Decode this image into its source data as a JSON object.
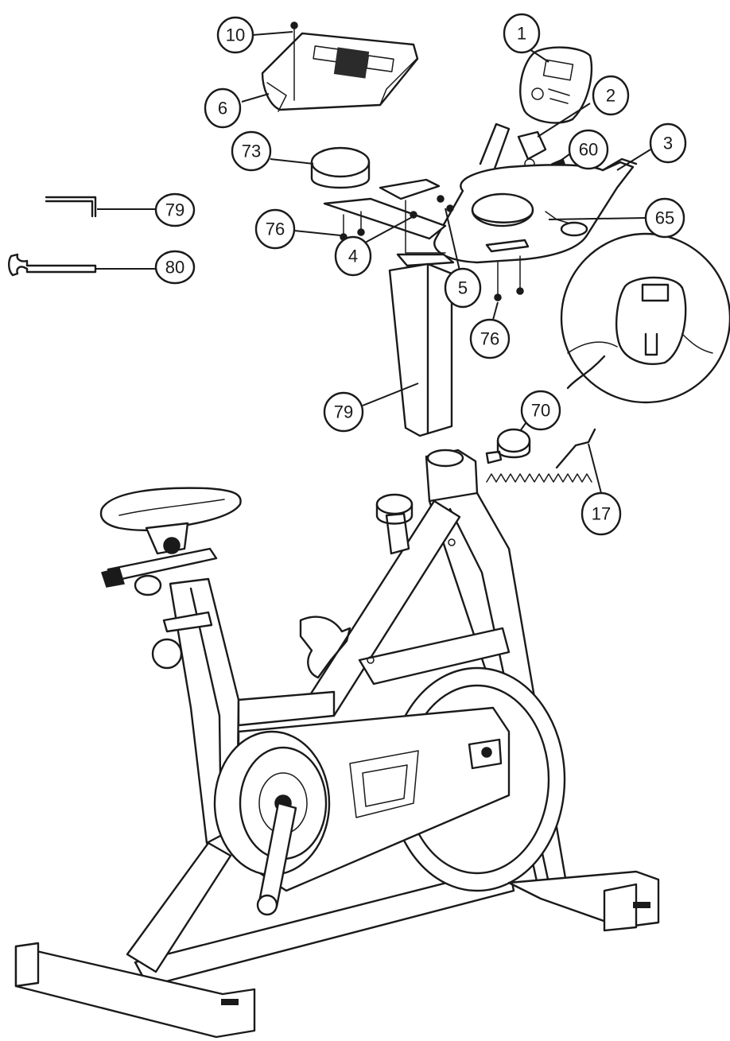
{
  "callouts": [
    {
      "id": "c10",
      "label": "10"
    },
    {
      "id": "c1",
      "label": "1"
    },
    {
      "id": "c2",
      "label": "2"
    },
    {
      "id": "c6",
      "label": "6"
    },
    {
      "id": "c73",
      "label": "73"
    },
    {
      "id": "c60",
      "label": "60"
    },
    {
      "id": "c3",
      "label": "3"
    },
    {
      "id": "c79a",
      "label": "79"
    },
    {
      "id": "c76a",
      "label": "76"
    },
    {
      "id": "c65",
      "label": "65"
    },
    {
      "id": "c80",
      "label": "80"
    },
    {
      "id": "c4",
      "label": "4"
    },
    {
      "id": "c5",
      "label": "5"
    },
    {
      "id": "c76b",
      "label": "76"
    },
    {
      "id": "c79b",
      "label": "79"
    },
    {
      "id": "c70",
      "label": "70"
    },
    {
      "id": "c17",
      "label": "17"
    }
  ]
}
